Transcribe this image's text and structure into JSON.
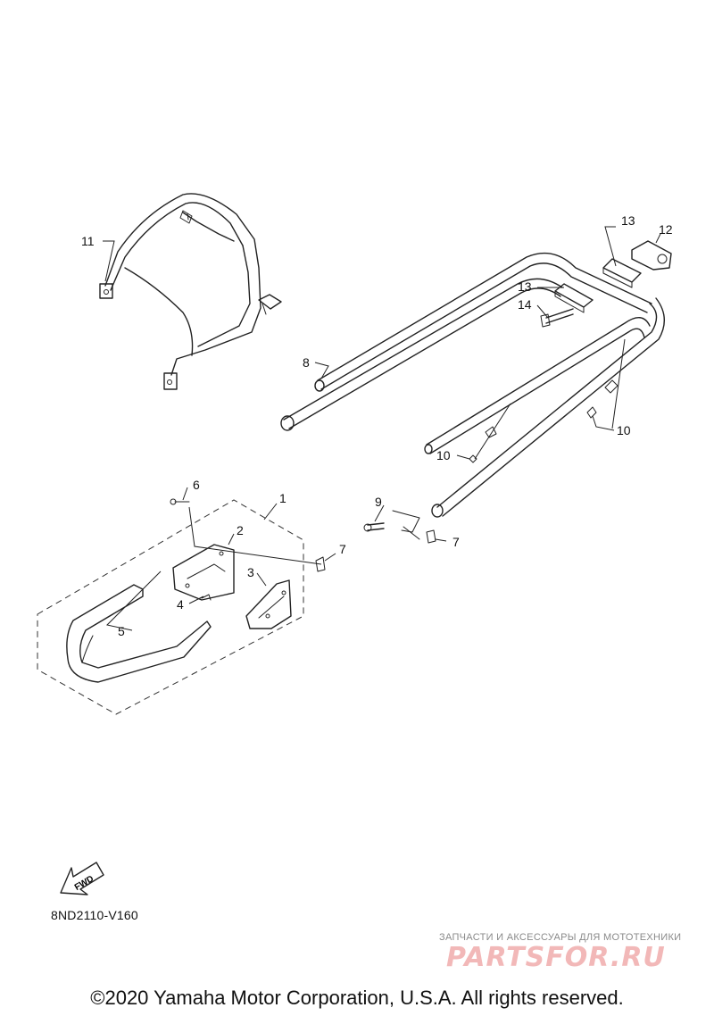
{
  "callouts": [
    {
      "id": "label-11",
      "text": "11"
    },
    {
      "id": "label-13a",
      "text": "13"
    },
    {
      "id": "label-12",
      "text": "12"
    },
    {
      "id": "label-13b",
      "text": "13"
    },
    {
      "id": "label-14",
      "text": "14"
    },
    {
      "id": "label-8",
      "text": "8"
    },
    {
      "id": "label-10a",
      "text": "10"
    },
    {
      "id": "label-10b",
      "text": "10"
    },
    {
      "id": "label-6",
      "text": "6"
    },
    {
      "id": "label-1",
      "text": "1"
    },
    {
      "id": "label-2",
      "text": "2"
    },
    {
      "id": "label-7a",
      "text": "7"
    },
    {
      "id": "label-3",
      "text": "3"
    },
    {
      "id": "label-4",
      "text": "4"
    },
    {
      "id": "label-5",
      "text": "5"
    },
    {
      "id": "label-9",
      "text": "9"
    },
    {
      "id": "label-7b",
      "text": "7"
    }
  ],
  "fwd_arrow": {
    "label": "FWD"
  },
  "diagram_code": "8ND2110-V160",
  "watermark": {
    "tagline": "ЗАПЧАСТИ И АКСЕССУАРЫ ДЛЯ МОТОТЕХНИКИ",
    "logo_text": "PARTSFOR.RU"
  },
  "copyright": "©2020 Yamaha Motor Corporation, U.S.A. All rights reserved."
}
